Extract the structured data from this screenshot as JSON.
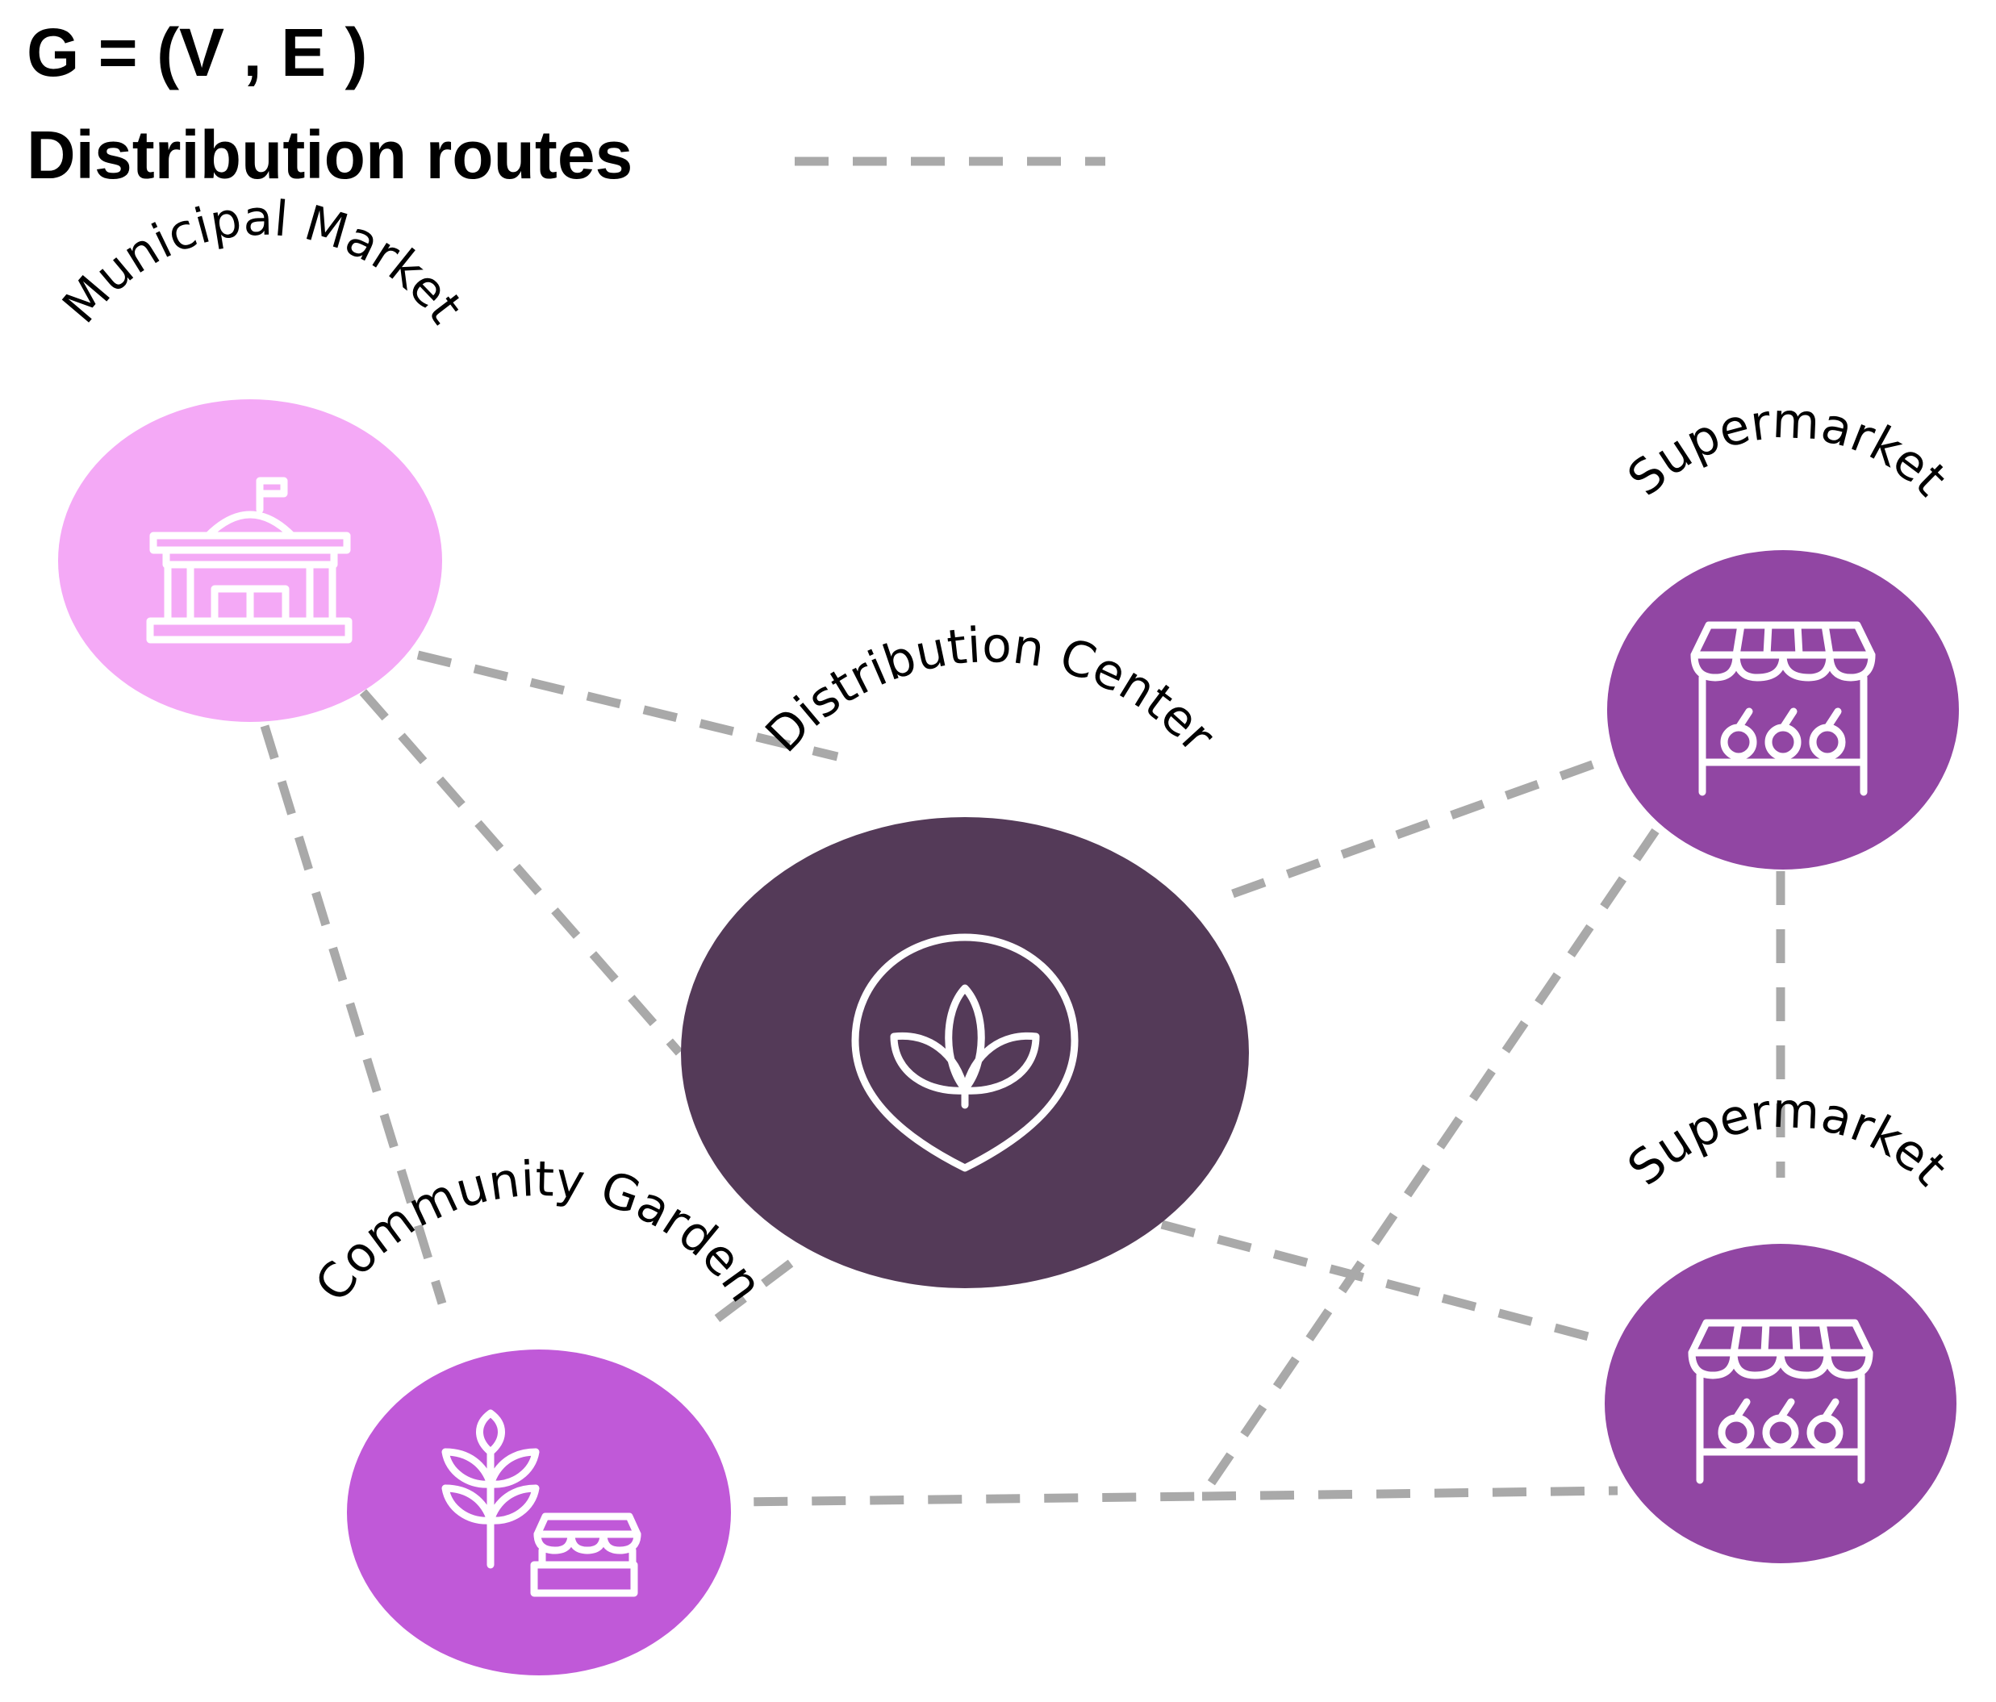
{
  "header": {
    "formula": "G = (V , E )",
    "legend_label": "Distribution routes"
  },
  "colors": {
    "municipal_market": "#f4a9f6",
    "supermarket": "#9146a3",
    "distribution_center": "#543a58",
    "community_garden": "#c059d8",
    "route": "#a9a9a9",
    "icon": "#ffffff"
  },
  "nodes": {
    "municipal_market": {
      "label": "Municipal Market",
      "icon": "municipal-building-icon"
    },
    "supermarket_top": {
      "label": "Supermarket",
      "icon": "market-stall-icon"
    },
    "distribution_center": {
      "label": "Distribution Center",
      "icon": "leaf-pin-icon"
    },
    "supermarket_bottom": {
      "label": "Supermarket",
      "icon": "market-stall-icon"
    },
    "community_garden": {
      "label": "Community Garden",
      "icon": "wheat-stall-icon"
    }
  },
  "edges": [
    {
      "from": "Municipal Market",
      "to": "Distribution Center"
    },
    {
      "from": "Municipal Market",
      "to": "Distribution Center"
    },
    {
      "from": "Municipal Market",
      "to": "Community Garden"
    },
    {
      "from": "Distribution Center",
      "to": "Supermarket"
    },
    {
      "from": "Distribution Center",
      "to": "Supermarket"
    },
    {
      "from": "Distribution Center",
      "to": "Community Garden"
    },
    {
      "from": "Supermarket",
      "to": "Supermarket"
    },
    {
      "from": "Supermarket",
      "to": "Community Garden"
    },
    {
      "from": "Community Garden",
      "to": "Supermarket"
    }
  ]
}
